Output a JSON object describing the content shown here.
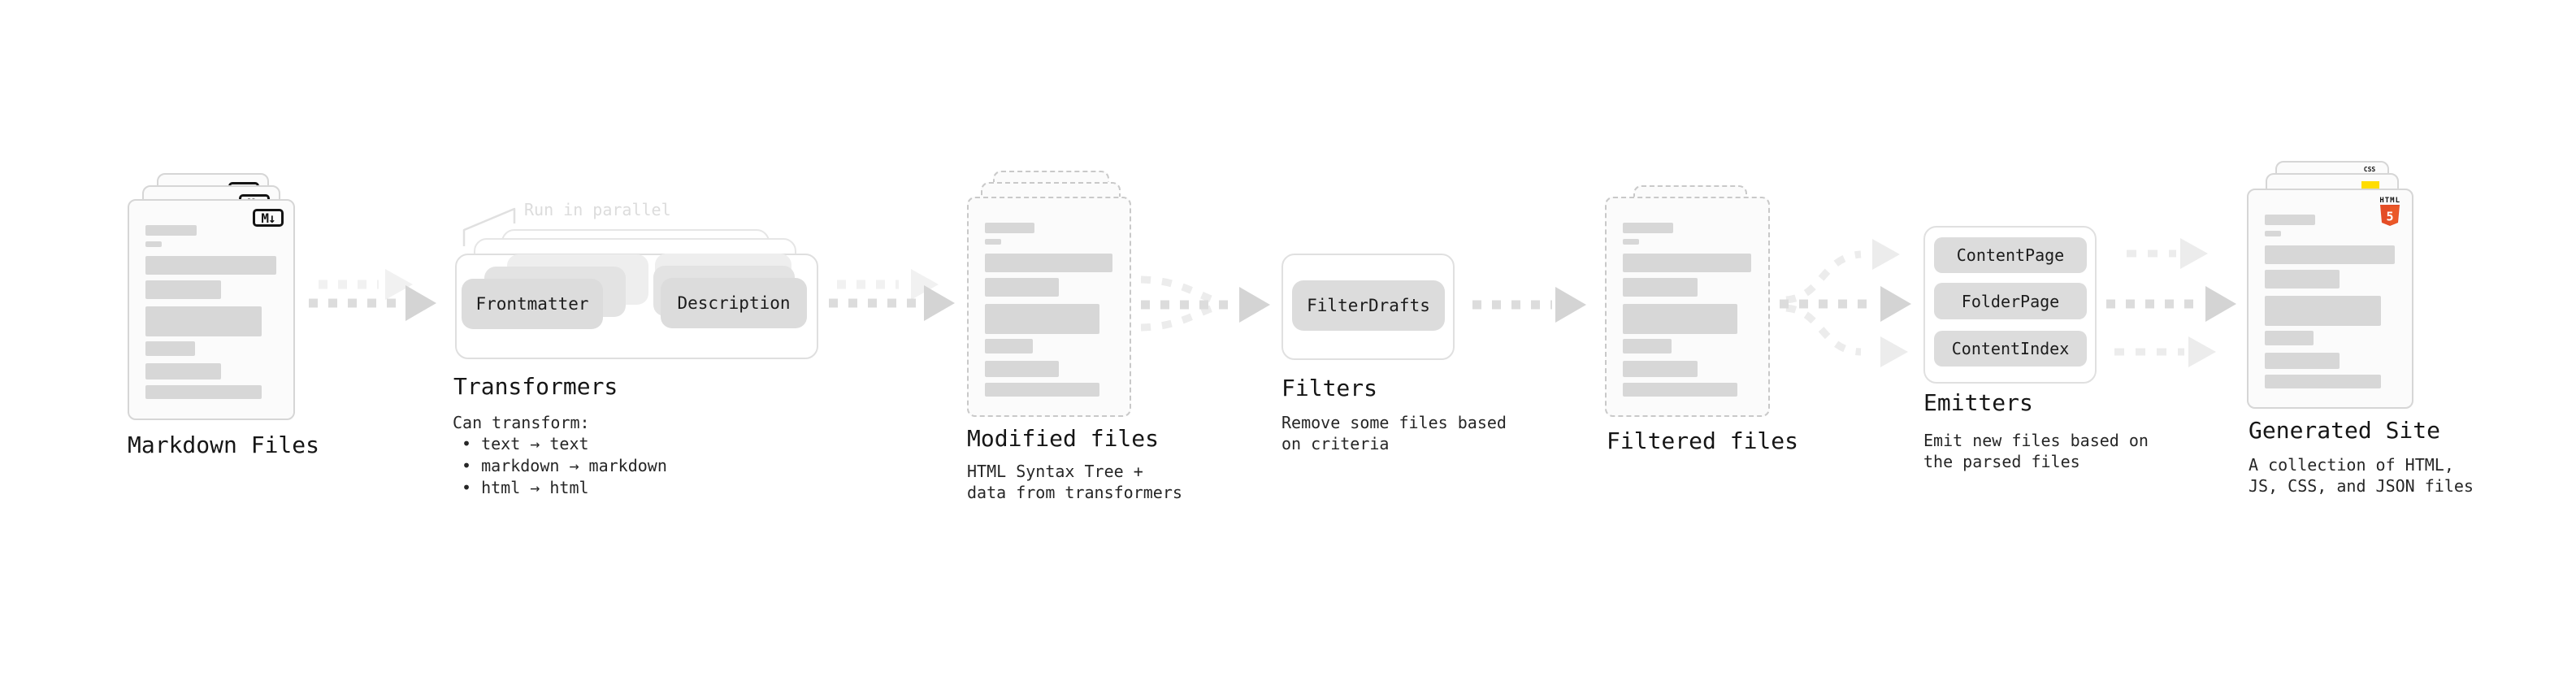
{
  "stages": {
    "markdown": {
      "title": "Markdown Files"
    },
    "transformers": {
      "title": "Transformers",
      "note": "Run in parallel",
      "buttons": [
        "Frontmatter",
        "Description"
      ],
      "desc": [
        "Can transform:",
        "• text → text",
        "• markdown → markdown",
        "• html → html"
      ]
    },
    "modified": {
      "title": "Modified files",
      "desc": [
        "HTML Syntax Tree +",
        "data from transformers"
      ]
    },
    "filters": {
      "title": "Filters",
      "buttons": [
        "FilterDrafts"
      ],
      "desc": [
        "Remove some files based",
        "on criteria"
      ]
    },
    "filtered": {
      "title": "Filtered files"
    },
    "emitters": {
      "title": "Emitters",
      "buttons": [
        "ContentPage",
        "FolderPage",
        "ContentIndex"
      ],
      "desc": [
        "Emit new files based on",
        "the parsed files"
      ]
    },
    "generated": {
      "title": "Generated Site",
      "desc": [
        "A collection of HTML,",
        "JS, CSS, and JSON files"
      ]
    }
  },
  "icons": {
    "markdown": "M↓",
    "html5": {
      "caption": "HTML",
      "glyph": "5"
    },
    "css": "CSS"
  },
  "colors": {
    "accent_html5": "#e44d26",
    "accent_html5_light": "#f16529",
    "accent_js": "#ffdd00",
    "accent_css": "#2b6be8"
  }
}
